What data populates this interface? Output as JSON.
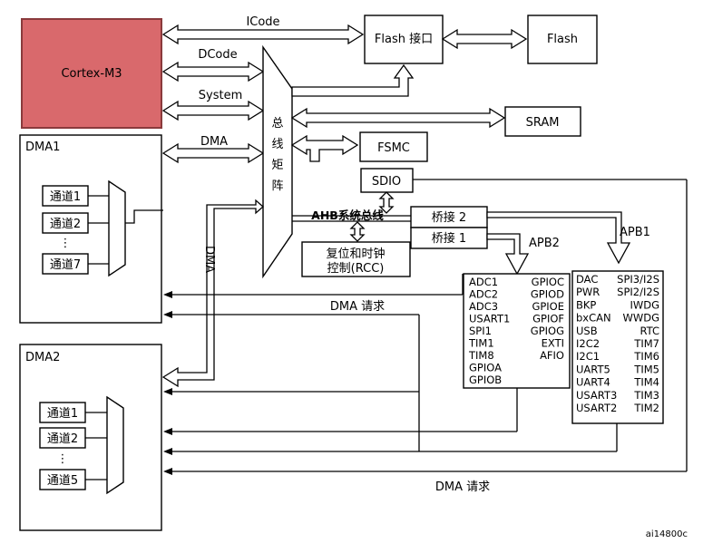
{
  "cpu": {
    "label": "Cortex-M3",
    "color": "#d9696c"
  },
  "buses": {
    "icode": "ICode",
    "dcode": "DCode",
    "system": "System",
    "dma": "DMA"
  },
  "flash_if": "Flash 接口",
  "flash": "Flash",
  "sram": "SRAM",
  "fsmc": "FSMC",
  "sdio": "SDIO",
  "bus_matrix": [
    "总",
    "线",
    "矩",
    "阵"
  ],
  "ahb": "AHB系统总线",
  "bridge2": "桥接 2",
  "bridge1": "桥接 1",
  "rcc": [
    "复位和时钟",
    "控制(RCC)"
  ],
  "apb2": "APB2",
  "apb1": "APB1",
  "dma1": {
    "title": "DMA1",
    "channels": [
      "通道1",
      "通道2",
      "通道7"
    ],
    "dots": "⋮"
  },
  "dma2": {
    "title": "DMA2",
    "channels": [
      "通道1",
      "通道2",
      "通道5"
    ],
    "dots": "⋮"
  },
  "dma_vertical": "DMA",
  "dma_request_1": "DMA 请求",
  "dma_request_2": "DMA 请求",
  "apb2_periph": {
    "left": [
      "ADC1",
      "ADC2",
      "ADC3",
      "USART1",
      "SPI1",
      "TIM1",
      "TIM8",
      "GPIOA",
      "GPIOB"
    ],
    "right": [
      "GPIOC",
      "GPIOD",
      "GPIOE",
      "GPIOF",
      "GPIOG",
      "EXTI",
      "AFIO"
    ]
  },
  "apb1_periph": {
    "left": [
      "DAC",
      "PWR",
      "BKP",
      "bxCAN",
      "USB",
      "I2C2",
      "I2C1",
      "UART5",
      "UART4",
      "USART3",
      "USART2"
    ],
    "right": [
      "SPI3/I2S",
      "SPI2/I2S",
      "IWDG",
      "WWDG",
      "RTC",
      "TIM7",
      "TIM6",
      "TIM5",
      "TIM4",
      "TIM3",
      "TIM2"
    ]
  },
  "figure_id": "ai14800c"
}
